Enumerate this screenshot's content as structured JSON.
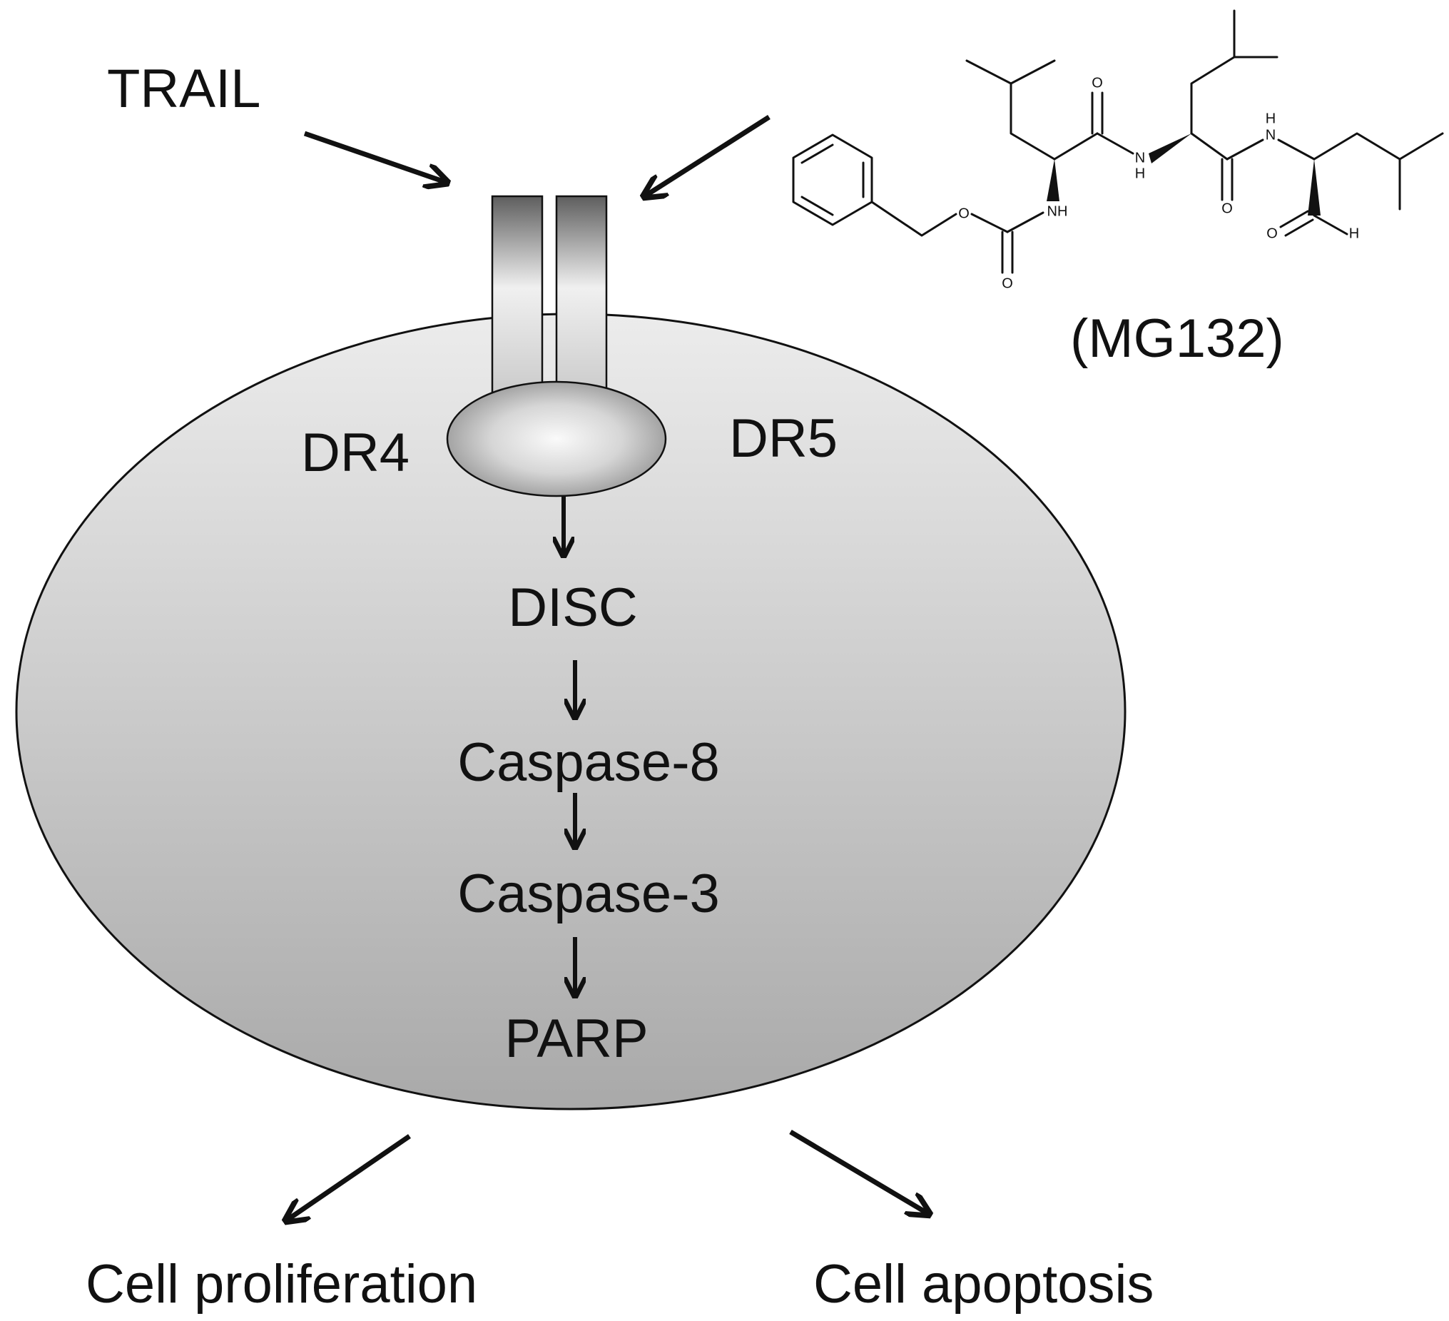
{
  "labels": {
    "ligand": "TRAIL",
    "drug": "(MG132)",
    "receptor_left": "DR4",
    "receptor_right": "DR5",
    "outcome_left": "Cell proliferation",
    "outcome_right": "Cell apoptosis"
  },
  "pathway": [
    "DISC",
    "Caspase-8",
    "Caspase-3",
    "PARP"
  ],
  "molecule_atoms": {
    "o1": "O",
    "o2": "O",
    "o3": "O",
    "o4": "O",
    "o5": "O",
    "nh1": "NH",
    "nh2": "N",
    "h2": "H",
    "nh3": "N",
    "h3": "H",
    "h_ald": "H"
  },
  "colors": {
    "ink": "#111111",
    "cell_fill_top": "#ececec",
    "cell_fill_bottom": "#a9a9a9"
  }
}
